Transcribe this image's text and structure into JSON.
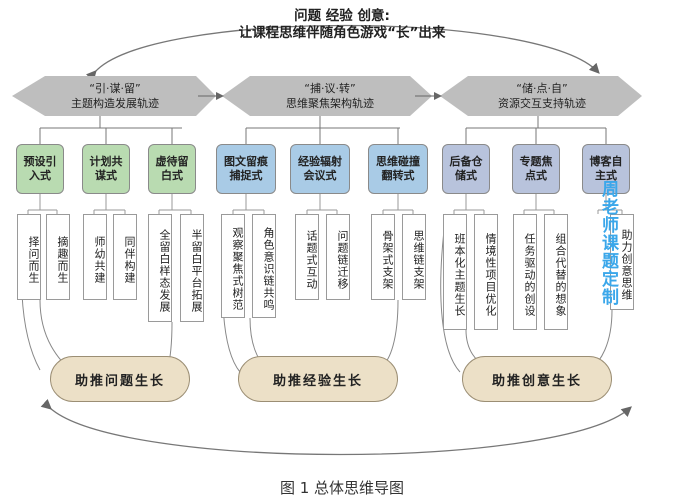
{
  "title": {
    "line1": "问题  经验  创意:",
    "line2": "让课程思维伴随角色游戏“长”出来"
  },
  "tracks": [
    {
      "title": "“引·谋·留”",
      "subtitle": "主题构造发展轨迹"
    },
    {
      "title": "“捕·议·转”",
      "subtitle": "思维聚焦架构轨迹"
    },
    {
      "title": "“储·点·自”",
      "subtitle": "资源交互支持轨迹"
    }
  ],
  "categories": [
    {
      "label": "预设引入式",
      "subs": [
        "择问而生",
        "摘趣而生"
      ]
    },
    {
      "label": "计划共谋式",
      "subs": [
        "师幼共建",
        "同伴构建"
      ]
    },
    {
      "label": "虚待留白式",
      "subs": [
        "全留白样态发展",
        "半留白平台拓展"
      ]
    },
    {
      "label": "图文留痕捕捉式",
      "subs": [
        "观察聚焦式树范",
        "角色意识链共鸣"
      ]
    },
    {
      "label": "经验辐射会议式",
      "subs": [
        "话题式互动",
        "问题链迁移"
      ]
    },
    {
      "label": "思维碰撞翻转式",
      "subs": [
        "骨架式支架",
        "思维链支架"
      ]
    },
    {
      "label": "后备仓储式",
      "subs": [
        "班本化主题生长",
        "情境性项目优化"
      ]
    },
    {
      "label": "专题焦点式",
      "subs": [
        "任务驱动的创设",
        "组合代替的想象"
      ]
    },
    {
      "label": "博客自主式",
      "subs": [
        "",
        "助力创意思维"
      ]
    }
  ],
  "outcomes": [
    "助推问题生长",
    "助推经验生长",
    "助推创意生长"
  ],
  "watermark": "周老师课题定制",
  "caption": "图 1   总体思维导图",
  "colors": {
    "hex": "#bebebe",
    "green": "#b9dbb1",
    "blue": "#a9cbe6",
    "slate": "#b8c3dc",
    "pill": "#ece0c7",
    "watermark": "#3ba7ea"
  }
}
